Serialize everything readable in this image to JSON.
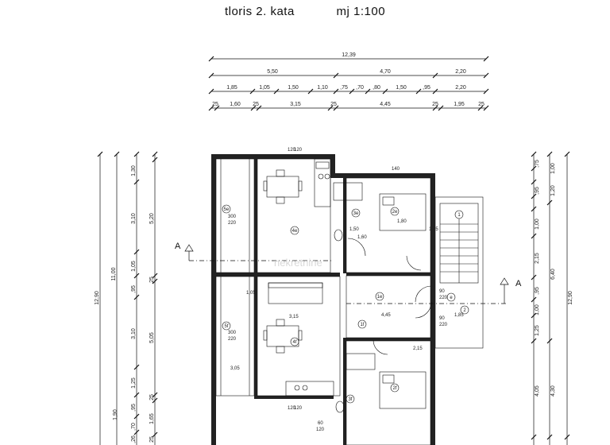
{
  "header": {
    "title": "tloris 2. kata",
    "scale": "mj 1:100"
  },
  "dims_top": {
    "row1": [
      "12,39"
    ],
    "row2": [
      "5,50",
      "4,70",
      "2,20"
    ],
    "row3": [
      "1,85",
      "1,05",
      "1,50",
      "1,10",
      ",75",
      ",70",
      ",80",
      "1,50",
      ",95",
      "2,20"
    ],
    "row4": [
      "25",
      "1,60",
      "25",
      "3,15",
      "25",
      "4,45",
      "25",
      "1,95",
      "25"
    ]
  },
  "dims_left": {
    "outer": "12,90",
    "mid": "11,00",
    "inner": [
      "1,30",
      "3,10",
      "1,05",
      ",95",
      "3,10",
      "1,25",
      "1,90",
      ",95",
      ",70",
      ",26"
    ],
    "inner2": [
      "5,20",
      "25",
      "5,05",
      "25",
      "1,65",
      "25"
    ]
  },
  "dims_right": {
    "outer": "12,90",
    "mid": "6,40",
    "inner": [
      ",75",
      "1,00",
      ",95",
      "1,20",
      "1,00",
      "2,15",
      ",95",
      "1,00",
      "1,25",
      "4,05",
      "4,30"
    ]
  },
  "rooms": [
    "5e",
    "4e",
    "3e",
    "2e",
    "1e",
    "5f",
    "4f",
    "3f",
    "2f",
    "1f",
    "e",
    "1",
    "2"
  ],
  "room_labels": [
    "300",
    "220",
    "300",
    "220",
    "120",
    "120",
    "140",
    "90",
    "220",
    "90",
    "220",
    "60",
    "120",
    "120",
    "120",
    "1,65",
    "4,45",
    "1,80",
    "3,15",
    "2,15",
    "1,85",
    "1,50",
    "1,05",
    "3,05",
    "1,60"
  ],
  "section_markers": [
    "A",
    "A"
  ],
  "watermark": "nekretnine"
}
